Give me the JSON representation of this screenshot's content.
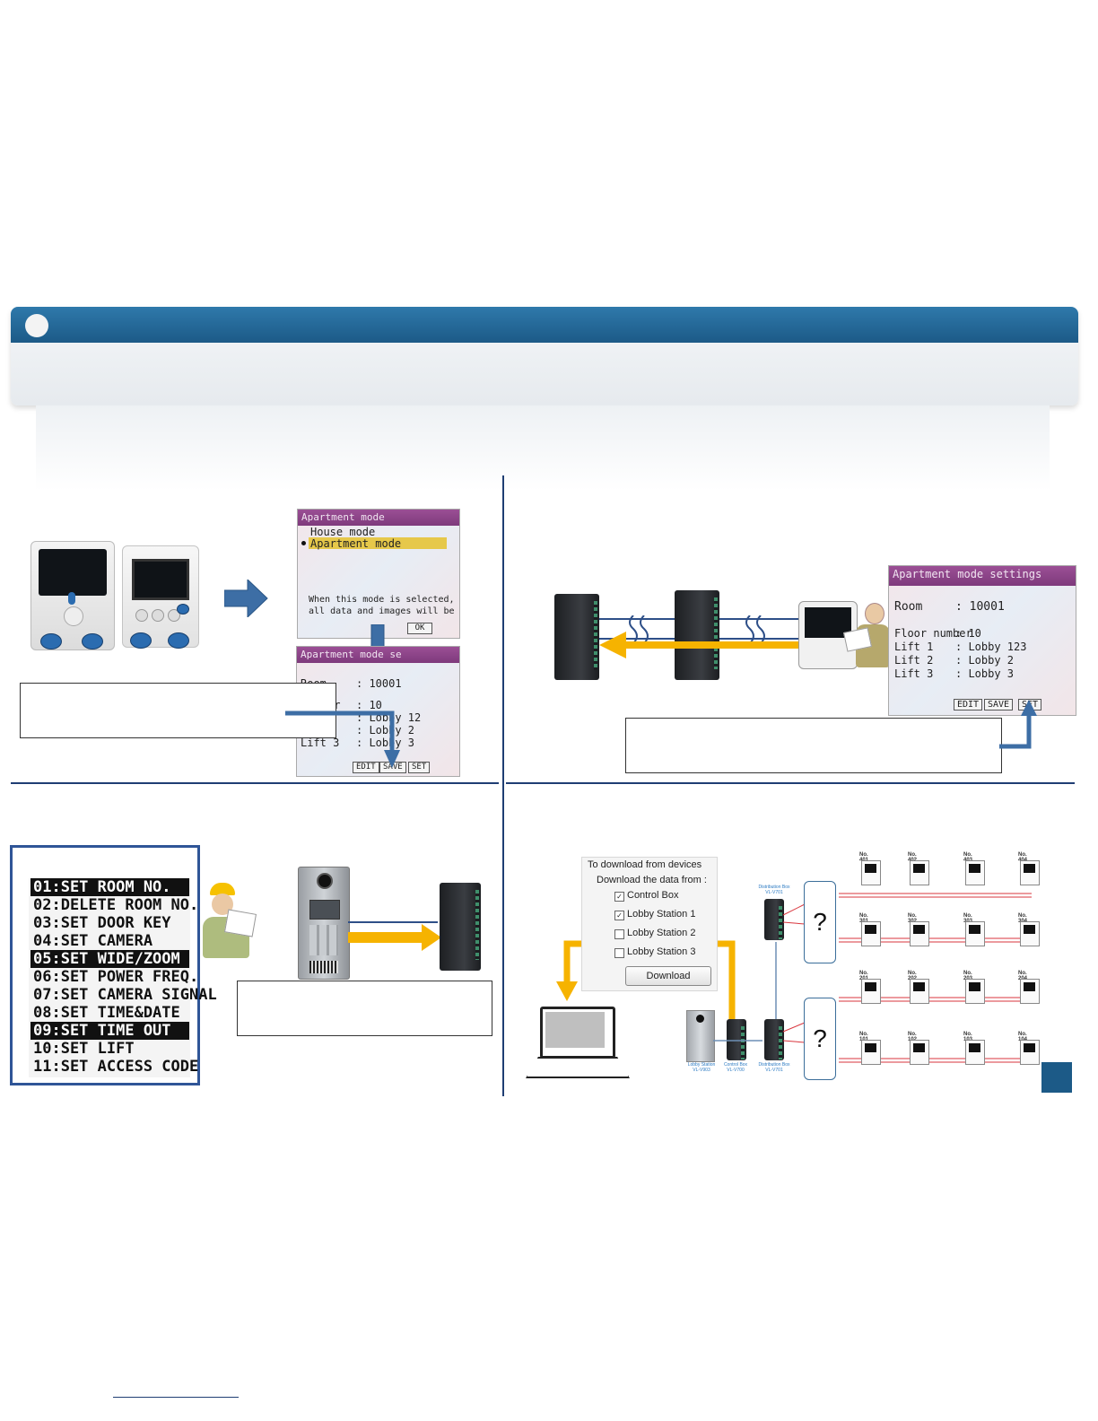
{
  "colors": {
    "header_blue": "#1c5a87",
    "divider_navy": "#1f3e73",
    "arrow_blue": "#3d6ea5",
    "arrow_yellow": "#f6b300",
    "wire_red": "#d9363e",
    "lcd_title_purple": "#8a4588",
    "lcd_highlight_yellow": "#e6c84a"
  },
  "screen_apartment_mode": {
    "title": "Apartment mode",
    "option_house": "House mode",
    "option_apartment": "Apartment mode",
    "warning_line1": "When this mode is selected,",
    "warning_line2": "all data and images will be initialized.",
    "ok_label": "OK"
  },
  "screen_settings_small": {
    "title": "Apartment mode se",
    "room_label": "Room",
    "room_value": ": 10001",
    "floor_label": "er",
    "floor_value": ": 10",
    "lift1_value": ": Lobby 12",
    "lift2_value": ": Lobby 2",
    "lift3_label": "Lift 3",
    "lift3_value": ": Lobby 3",
    "edit_label": "EDIT",
    "save_label": "SAVE",
    "set_label": "SET"
  },
  "screen_settings_large": {
    "title": "Apartment mode settings",
    "room_label": "Room",
    "room_value": ": 10001",
    "floor_label": "Floor number",
    "floor_value": ": 10",
    "lift1_label": "Lift 1",
    "lift1_value": ": Lobby 123",
    "lift2_label": "Lift 2",
    "lift2_value": ": Lobby 2",
    "lift3_label": "Lift 3",
    "lift3_value": ": Lobby 3",
    "edit_label": "EDIT",
    "save_label": "SAVE",
    "set_label": "SET"
  },
  "lobby_menu": {
    "items": [
      {
        "text": "01:SET ROOM NO.",
        "highlighted": true
      },
      {
        "text": "02:DELETE ROOM NO.",
        "highlighted": false
      },
      {
        "text": "03:SET DOOR KEY",
        "highlighted": false
      },
      {
        "text": "04:SET CAMERA",
        "highlighted": false
      },
      {
        "text": "05:SET WIDE/ZOOM",
        "highlighted": true
      },
      {
        "text": "06:SET POWER FREQ.",
        "highlighted": false
      },
      {
        "text": "07:SET CAMERA SIGNAL",
        "highlighted": false
      },
      {
        "text": "08:SET TIME&DATE",
        "highlighted": false
      },
      {
        "text": "09:SET TIME OUT",
        "highlighted": true
      },
      {
        "text": "10:SET LIFT",
        "highlighted": false
      },
      {
        "text": "11:SET ACCESS CODE",
        "highlighted": false
      }
    ]
  },
  "download_panel": {
    "title": "To download from devices",
    "subtitle": "Download the data from :",
    "options": [
      {
        "label": "Control Box",
        "checked": true
      },
      {
        "label": "Lobby Station 1",
        "checked": true
      },
      {
        "label": "Lobby Station 2",
        "checked": false
      },
      {
        "label": "Lobby Station 3",
        "checked": false
      }
    ],
    "button_label": "Download"
  },
  "network": {
    "distribution_box_label": "Distribution Box",
    "distribution_box_model": "VL-V701",
    "control_box_label": "Control Box",
    "control_box_model": "VL-V700",
    "lobby_station_label": "Lobby Station",
    "lobby_station_model": "VL-V903",
    "unknown_mark": "?",
    "rooms_row1": [
      "No. 401",
      "No. 402",
      "No. 403",
      "No. 404"
    ],
    "rooms_row2": [
      "No. 301",
      "No. 302",
      "No. 303",
      "No. 304"
    ],
    "rooms_row3": [
      "No. 201",
      "No. 202",
      "No. 203",
      "No. 204"
    ],
    "rooms_row4": [
      "No. 101",
      "No. 102",
      "No. 103",
      "No. 104"
    ]
  }
}
